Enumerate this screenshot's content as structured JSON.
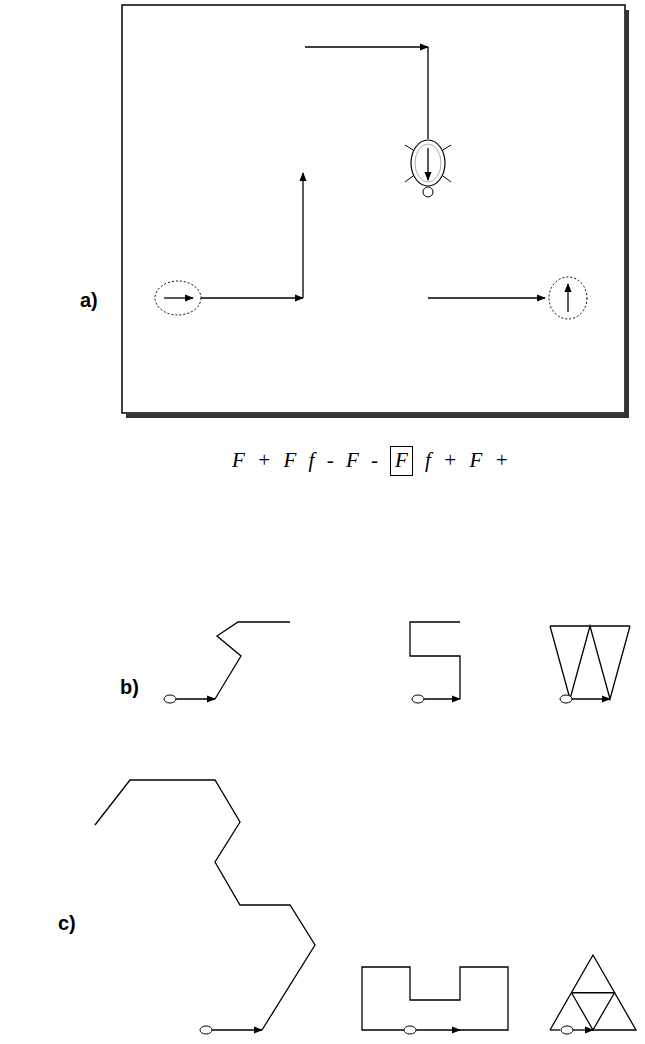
{
  "diagram": {
    "nodes": [
      {
        "text": [
          "F"
        ]
      }
    ],
    "labels": [
      "a)",
      "F + F f - F -",
      "f + F +",
      "b)",
      "c)"
    ]
  }
}
